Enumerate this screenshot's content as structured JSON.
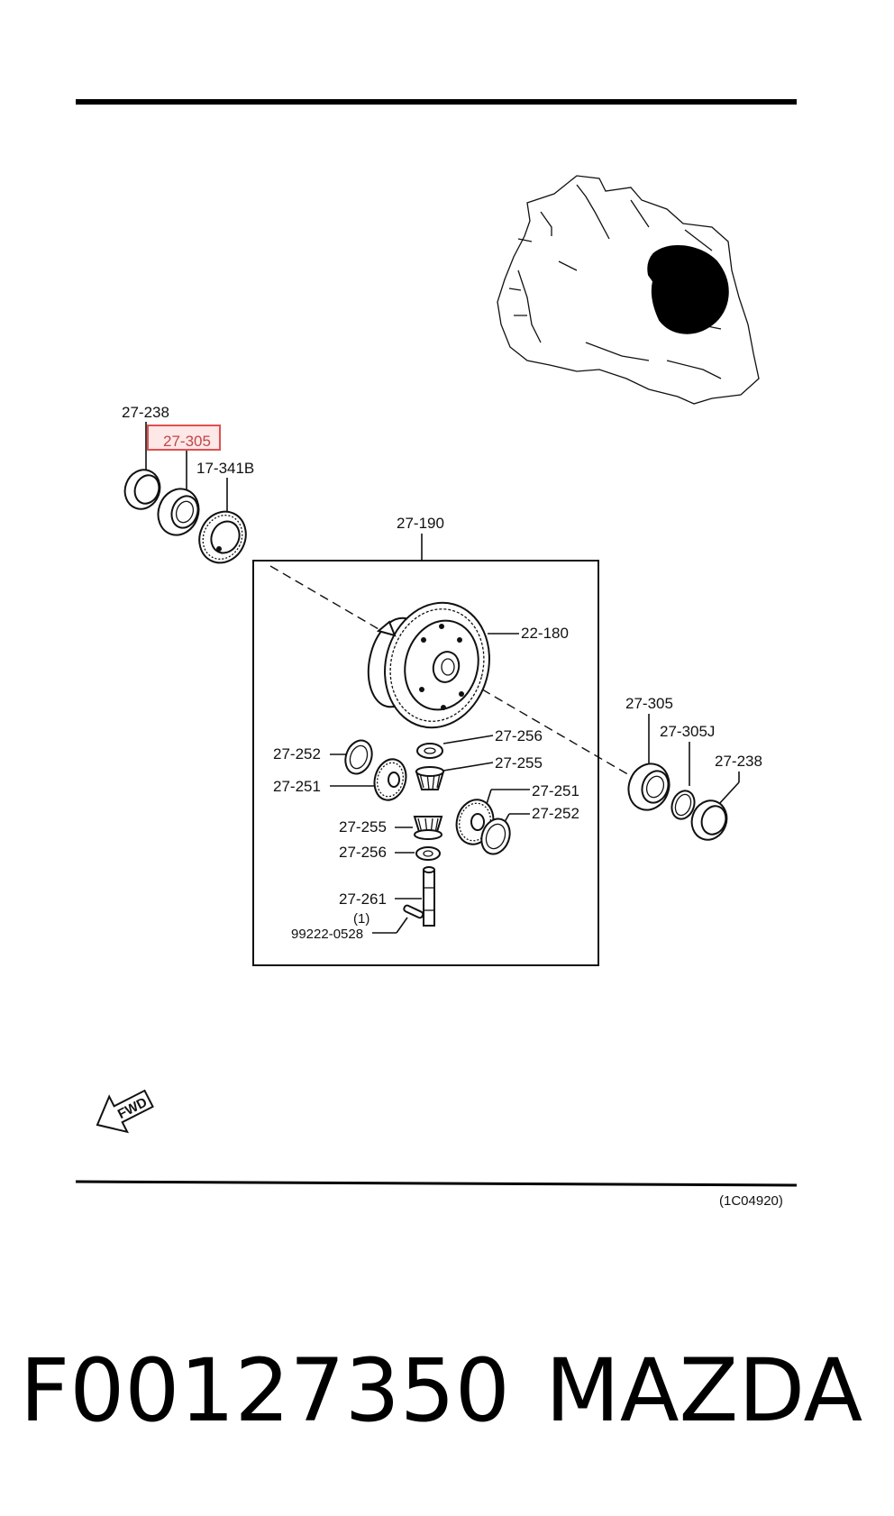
{
  "diagram_code": "(1C04920)",
  "fwd_label": "FWD",
  "part_number": "F00127350",
  "brand": "MAZDA",
  "highlight_color": "#e05050",
  "callouts": {
    "c27238_left": "27-238",
    "c27305_left": "27-305",
    "c17341b": "17-341B",
    "c27190": "27-190",
    "c22180": "22-180",
    "c27256_a": "27-256",
    "c27252_a": "27-252",
    "c27255_a": "27-255",
    "c27251_a": "27-251",
    "c27251_b": "27-251",
    "c27252_b": "27-252",
    "c27255_b": "27-255",
    "c27256_b": "27-256",
    "c27261": "27-261",
    "qty_1": "(1)",
    "c99222": "99222-0528",
    "c27305_right": "27-305",
    "c27305j": "27-305J",
    "c27238_right": "27-238"
  }
}
